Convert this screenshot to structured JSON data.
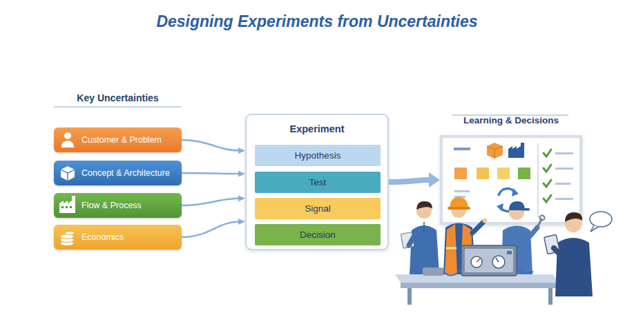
{
  "diagram": {
    "title": "Designing Experiments from Uncertainties",
    "nodes": [
      {
        "text": [
          "Customer & Problem"
        ]
      },
      {
        "text": [
          "Concept & Architecture"
        ]
      },
      {
        "text": [
          "Flow & Process"
        ]
      },
      {
        "text": [
          "Economics"
        ]
      },
      {
        "text": [
          "Experiment"
        ]
      },
      {
        "text": [
          "Hypothesis"
        ],
        "in": 4
      },
      {
        "text": [
          "Test"
        ],
        "in": 4
      },
      {
        "text": [
          "Signal"
        ],
        "in": 4
      },
      {
        "text": [
          "Decision"
        ],
        "in": 4
      },
      {
        "text": [
          "Learning & Decisions"
        ]
      }
    ],
    "edges": [
      {
        "from": 0,
        "to": 4,
        "arrow": "to"
      },
      {
        "from": 1,
        "to": 4,
        "arrow": "to"
      },
      {
        "from": 2,
        "to": 4,
        "arrow": "to"
      },
      {
        "from": 3,
        "to": 4,
        "arrow": "to"
      },
      {
        "from": 4,
        "to": 9,
        "arrow": "to"
      }
    ],
    "labels": [
      "Key Uncertainties"
    ]
  }
}
